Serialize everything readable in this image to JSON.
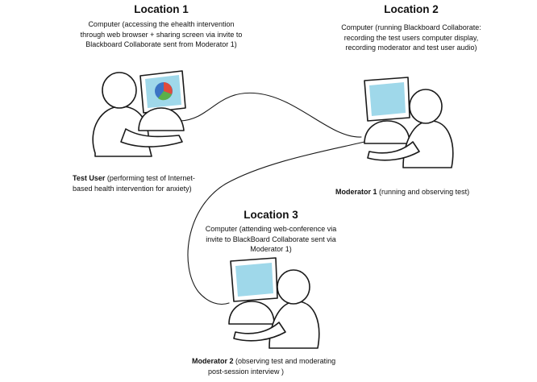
{
  "location1": {
    "title": "Location 1",
    "computer_lines": [
      "Computer (accessing the ehealth intervention",
      "through web browser + sharing screen via invite to",
      "Blackboard Collaborate sent from Moderator 1)"
    ],
    "role_name": "Test User",
    "role_lines": [
      " (performing test of Internet-",
      "based health intervention for anxiety)"
    ]
  },
  "location2": {
    "title": "Location 2",
    "computer_lines": [
      "Computer (running Blackboard Collaborate:",
      "recording the test users computer display,",
      "recording moderator and test user audio)"
    ],
    "role_name": "Moderator 1",
    "role_text": " (running and observing test)"
  },
  "location3": {
    "title": "Location 3",
    "computer_lines": [
      "Computer (attending web-conference via",
      "invite to BlackBoard Collaborate sent via",
      "Moderator 1)"
    ],
    "role_name": "Moderator 2",
    "role_lines": [
      " (observing test and moderating",
      "post-session interview  )"
    ]
  },
  "colors": {
    "screen": "#9fd8ea",
    "pie_red": "#e14b3b",
    "pie_green": "#5bb04a",
    "pie_blue": "#3b74c4",
    "ink": "#1a1a1a"
  }
}
